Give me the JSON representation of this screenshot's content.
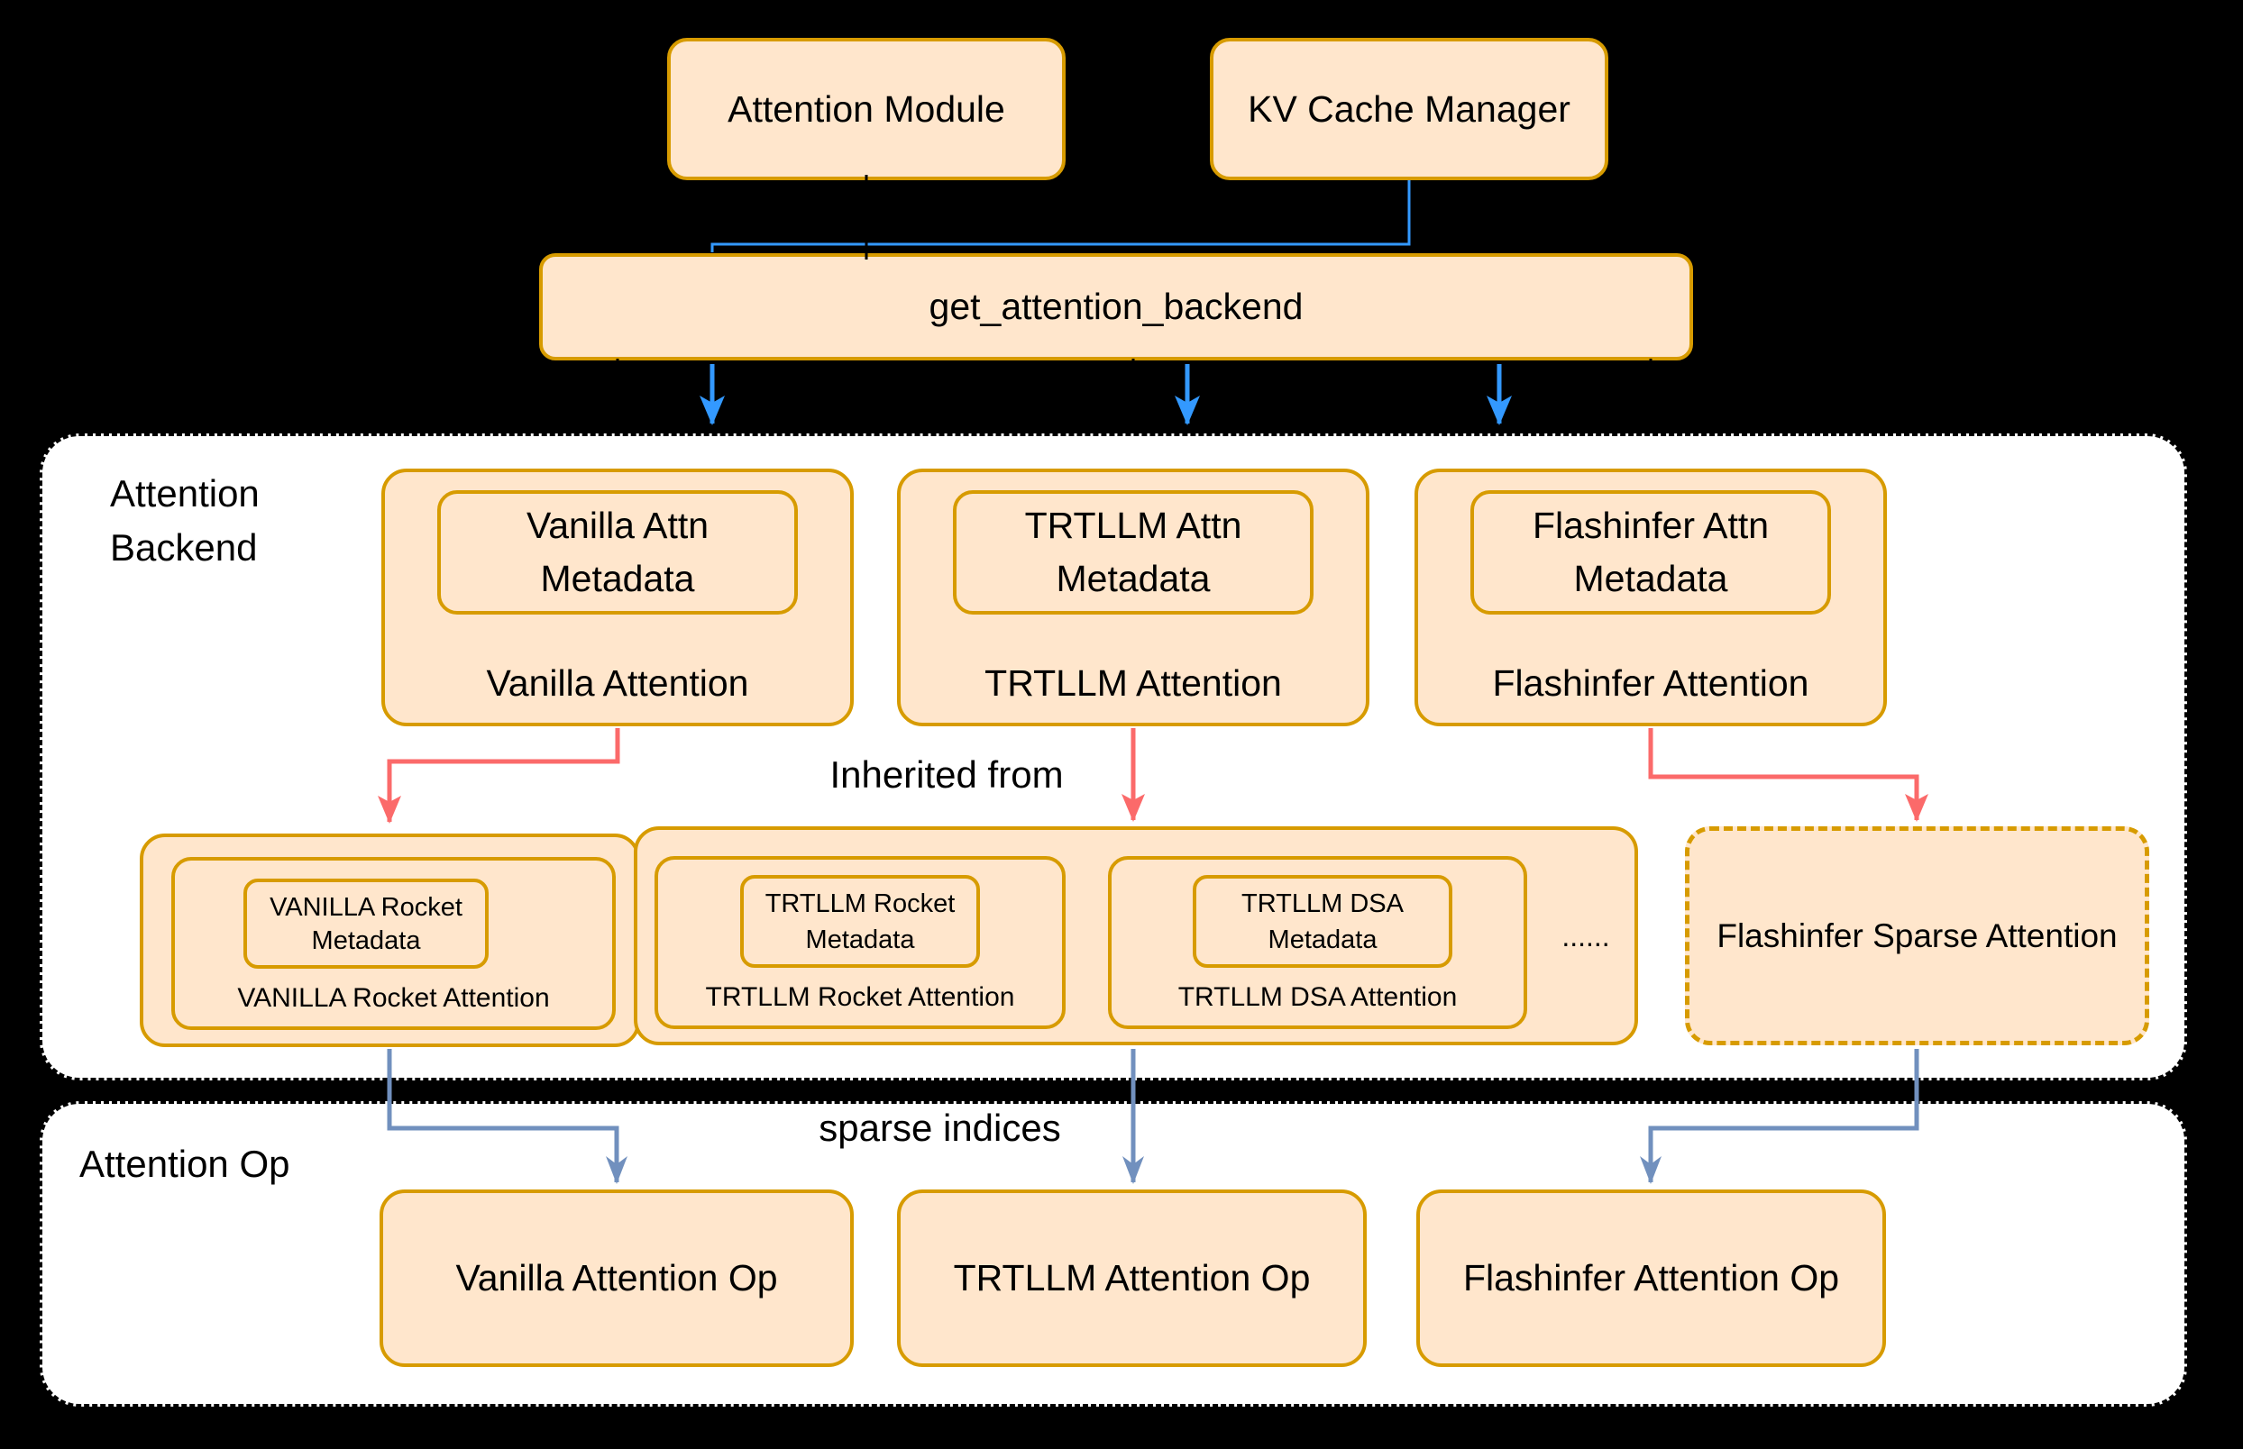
{
  "colors": {
    "box_fill": "#FFE6CC",
    "box_stroke": "#D79B00",
    "container_fill": "#FFFFFF",
    "container_stroke": "#000000",
    "arrow_blue": "#3399FF",
    "arrow_red": "#FB6A6A",
    "arrow_steel": "#7190BE",
    "ink": "#000000",
    "bg": "#000000"
  },
  "top_row": {
    "attention_module": "Attention Module",
    "kv_cache_manager": "KV Cache Manager"
  },
  "dispatcher": {
    "label": "get_attention_backend"
  },
  "backend_section": {
    "title": "Attention\nBackend",
    "inherited_from_label": "Inherited from",
    "backends": [
      {
        "metadata": "Vanilla Attn\nMetadata",
        "name": "Vanilla Attention"
      },
      {
        "metadata": "TRTLLM Attn\nMetadata",
        "name": "TRTLLM Attention"
      },
      {
        "metadata": "Flashinfer Attn\nMetadata",
        "name": "Flashinfer Attention"
      }
    ],
    "derived": {
      "vanilla_rocket": {
        "metadata_top": "VANILLA Rocket",
        "metadata_bottom": "Metadata",
        "name": "VANILLA Rocket Attention"
      },
      "trtllm_variants": [
        {
          "metadata_top": "TRTLLM Rocket",
          "metadata_bottom": "Metadata",
          "name": "TRTLLM Rocket Attention"
        },
        {
          "metadata_top": "TRTLLM DSA",
          "metadata_bottom": "Metadata",
          "name": "TRTLLM DSA Attention"
        }
      ],
      "more_indicator": "......",
      "flashinfer_sparse": {
        "name": "Flashinfer Sparse Attention"
      }
    }
  },
  "op_section": {
    "title": "Attention Op",
    "sparse_indices_label": "sparse indices",
    "ops": [
      {
        "name": "Vanilla Attention Op"
      },
      {
        "name": "TRTLLM Attention Op"
      },
      {
        "name": "Flashinfer Attention Op"
      }
    ]
  }
}
